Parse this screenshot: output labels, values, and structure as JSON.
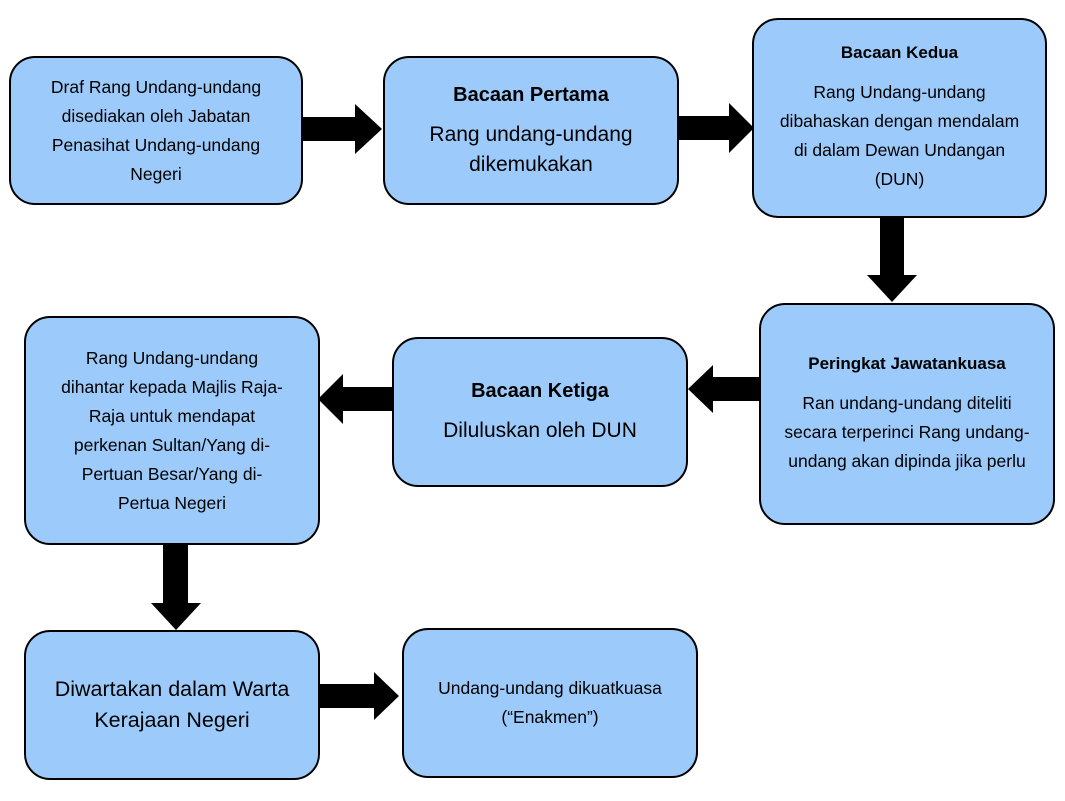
{
  "steps": {
    "draft": {
      "text": "Draf Rang Undang-undang disediakan oleh Jabatan Penasihat Undang-undang Negeri"
    },
    "first_reading": {
      "title": "Bacaan Pertama",
      "text": "Rang undang-undang dikemukakan"
    },
    "second_reading": {
      "title": "Bacaan Kedua",
      "text": "Rang Undang-undang dibahaskan dengan mendalam di dalam Dewan Undangan (DUN)"
    },
    "committee_stage": {
      "title": "Peringkat Jawatankuasa",
      "text": "Ran undang-undang diteliti secara terperinci Rang undang-undang akan dipinda jika perlu"
    },
    "third_reading": {
      "title": "Bacaan Ketiga",
      "text": "Diluluskan oleh DUN"
    },
    "royal_assent": {
      "text": "Rang Undang-undang dihantar kepada Majlis Raja-Raja untuk mendapat perkenan Sultan/Yang di-Pertuan Besar/Yang di-Pertua Negeri"
    },
    "gazette": {
      "text": "Diwartakan dalam Warta Kerajaan Negeri"
    },
    "enforced": {
      "text": "Undang-undang dikuatkuasa (“Enakmen”)"
    }
  },
  "colors": {
    "box_fill": "#9ccbfb",
    "box_border": "#000000",
    "arrow": "#000000"
  }
}
